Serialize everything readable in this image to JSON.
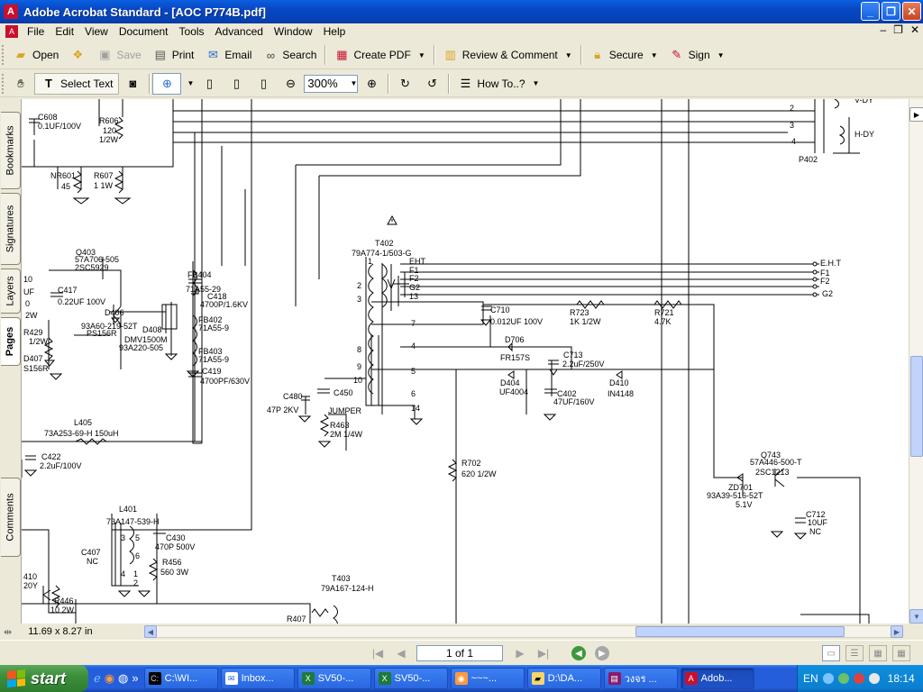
{
  "window": {
    "title": "Adobe Acrobat Standard - [AOC P774B.pdf]",
    "buttons": [
      "_",
      "❐",
      "✕"
    ]
  },
  "menubar": {
    "items": [
      "File",
      "Edit",
      "View",
      "Document",
      "Tools",
      "Advanced",
      "Window",
      "Help"
    ],
    "mdi_buttons": [
      "–",
      "❐",
      "✕"
    ]
  },
  "toolbar1": {
    "open": "Open",
    "save": "Save",
    "print": "Print",
    "email": "Email",
    "search": "Search",
    "create_pdf": "Create PDF",
    "review": "Review & Comment",
    "secure": "Secure",
    "sign": "Sign"
  },
  "toolbar2": {
    "select_text": "Select Text",
    "zoom_value": "300%",
    "howto": "How To..?"
  },
  "side_tabs": [
    "Bookmarks",
    "Signatures",
    "Layers",
    "Pages",
    "Comments"
  ],
  "document": {
    "page_size": "11.69 x 8.27 in",
    "labels": [
      "C608",
      "0.1UF/100V",
      "R606",
      "120",
      "1/2W",
      "NR601",
      "45",
      "R607",
      "1 1W",
      "2",
      "3",
      "4",
      "V-DY",
      "H-DY",
      "P402",
      "T402",
      "79A774-1/503-G",
      "EHT",
      "F1",
      "F2",
      "G2",
      "13",
      "E.H.T",
      "F1",
      "F2",
      "G2",
      "Q403",
      "57A706-505",
      "2SC5929",
      "C417",
      "0.22UF 100V",
      "D406",
      "93A60-219-52T",
      "PS156R",
      "D408",
      "DMV1500M",
      "93A220-505",
      "71A55-29",
      "FB404",
      "C418",
      "4700P/1.6KV",
      "FB402",
      "71A55-9",
      "FB403",
      "71A55-9",
      "C419",
      "4700PF/630V",
      "C710",
      "0.012UF 100V",
      "R723",
      "1K 1/2W",
      "R721",
      "4.7K",
      "1",
      "2",
      "3",
      "7",
      "8",
      "9",
      "10",
      "4",
      "5",
      "6",
      "14",
      "D706",
      "FR157S",
      "C713",
      "2.2uF/250V",
      "D404",
      "UF4004",
      "D410",
      "IN4148",
      "C402",
      "47UF/160V",
      "C480",
      "47P 2KV",
      "C450",
      "JUMPER",
      "R463",
      "2M 1/4W",
      "R429",
      "1/2W",
      "D407",
      "S156R",
      "L405",
      "73A253-69-H 150uH",
      "C422",
      "2.2uF/100V",
      "R702",
      "620 1/2W",
      "Q743",
      "57A446-500-T",
      "2SC1213",
      "ZD701",
      "93A39-516-52T",
      "5.1V",
      "C712",
      "10UF",
      "NC",
      "L401",
      "73A147-539-H",
      "C430",
      "470P 500V",
      "C407",
      "NC",
      "R456",
      "560 3W",
      "R446",
      "10 2W",
      "T403",
      "79A167-124-H",
      "R407",
      "10",
      "UF",
      "0",
      "2W",
      "410",
      "20Y",
      "5",
      "6",
      "3",
      "4",
      "1",
      "2"
    ]
  },
  "statusbar": {
    "page": "1 of 1"
  },
  "taskbar": {
    "start": "start",
    "tasks": [
      "C:\\WI...",
      "Inbox...",
      "SV50-...",
      "SV50-...",
      "~~~...",
      "D:\\DA...",
      "วงจร ...",
      "Adob..."
    ],
    "lang": "EN",
    "time": "18:14"
  }
}
